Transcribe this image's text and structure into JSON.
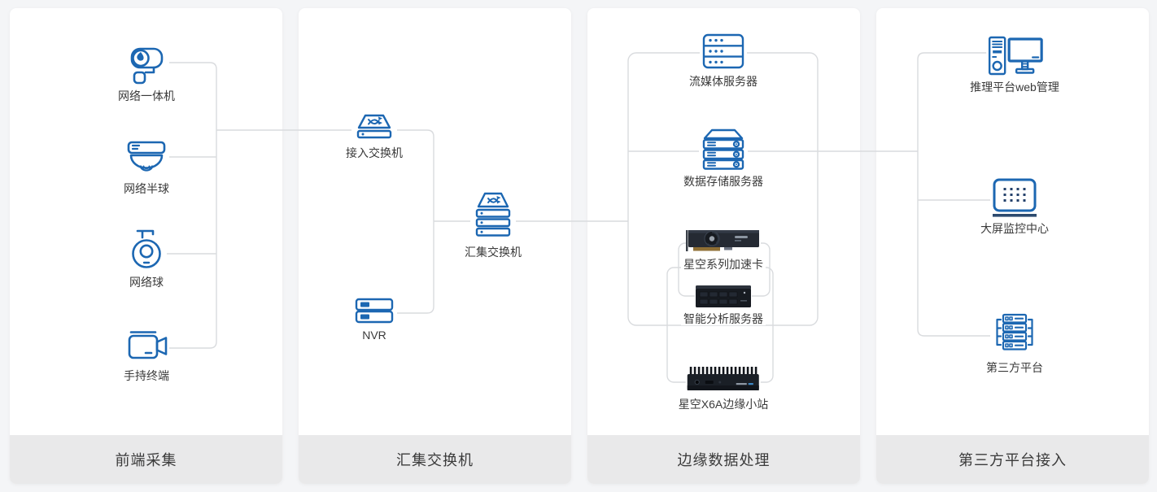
{
  "colors": {
    "page_bg": "#f4f5f7",
    "card_bg": "#ffffff",
    "footer_bg": "#e9e9ea",
    "line_gray": "#d9dbde",
    "icon_blue": "#1c67b2",
    "icon_navy": "#24416b",
    "device_dark": "#1a1f26",
    "label_color": "#3a3a3a"
  },
  "columns": [
    {
      "footer": "前端采集",
      "nodes": [
        {
          "label": "网络一体机",
          "icon": "bullet-camera"
        },
        {
          "label": "网络半球",
          "icon": "dome-camera"
        },
        {
          "label": "网络球",
          "icon": "ptz-camera"
        },
        {
          "label": "手持终端",
          "icon": "handheld-terminal"
        }
      ]
    },
    {
      "footer": "汇集交换机",
      "nodes": [
        {
          "label": "接入交换机",
          "icon": "access-switch"
        },
        {
          "label": "汇集交换机",
          "icon": "aggregation-switch"
        },
        {
          "label": "NVR",
          "icon": "nvr"
        }
      ]
    },
    {
      "footer": "边缘数据处理",
      "nodes": [
        {
          "label": "流媒体服务器",
          "icon": "media-server"
        },
        {
          "label": "数据存储服务器",
          "icon": "storage-server"
        },
        {
          "label": "星空系列加速卡",
          "icon": "accelerator-card-photo"
        },
        {
          "label": "智能分析服务器",
          "icon": "analysis-server-photo"
        },
        {
          "label": "星空X6A边缘小站",
          "icon": "edge-station-photo"
        }
      ]
    },
    {
      "footer": "第三方平台接入",
      "nodes": [
        {
          "label": "推理平台web管理",
          "icon": "web-management"
        },
        {
          "label": "大屏监控中心",
          "icon": "big-screen"
        },
        {
          "label": "第三方平台",
          "icon": "third-party-platform"
        }
      ]
    }
  ]
}
